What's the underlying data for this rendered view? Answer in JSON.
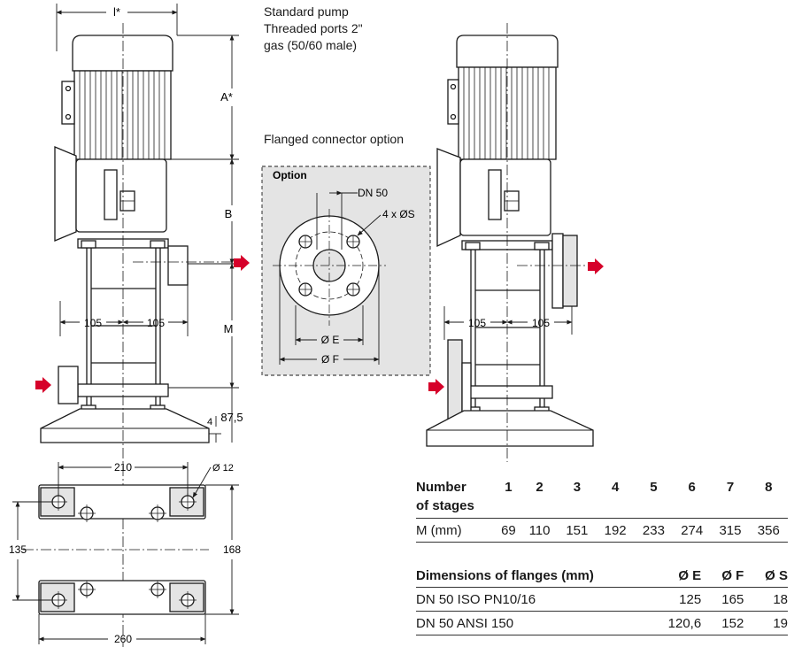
{
  "notes": {
    "standard_pump": [
      "Standard pump",
      "Threaded ports 2\"",
      "gas (50/60 male)"
    ],
    "flanged_option": "Flanged connector option",
    "option_box_title": "Option"
  },
  "dimensions": {
    "l_star": "l*",
    "a_star": "A*",
    "b": "B",
    "m": "M",
    "d105": "105",
    "d4": "4",
    "d87_5": "87,5",
    "dn50": "DN 50",
    "holes": "4 x ØS",
    "phi_e": "Ø E",
    "phi_f": "Ø F",
    "d210": "210",
    "phi12": "Ø 12",
    "d135": "135",
    "d168": "168",
    "d260": "260"
  },
  "colors": {
    "line": "#1a1a1a",
    "body_fill": "#ffffff",
    "flange_fill": "#e4e4e4",
    "arrow": "#d6002a"
  },
  "stages_table": {
    "header": [
      "Number",
      "1",
      "2",
      "3",
      "4",
      "5",
      "6",
      "7",
      "8"
    ],
    "header_sub": "of stages",
    "row": [
      "M (mm)",
      "69",
      "110",
      "151",
      "192",
      "233",
      "274",
      "315",
      "356"
    ]
  },
  "flanges_table": {
    "header": [
      "Dimensions of flanges (mm)",
      "Ø E",
      "Ø F",
      "Ø S"
    ],
    "rows": [
      [
        "DN 50 ISO PN10/16",
        "125",
        "165",
        "18"
      ],
      [
        "DN 50 ANSI 150",
        "120,6",
        "152",
        "19"
      ]
    ]
  }
}
